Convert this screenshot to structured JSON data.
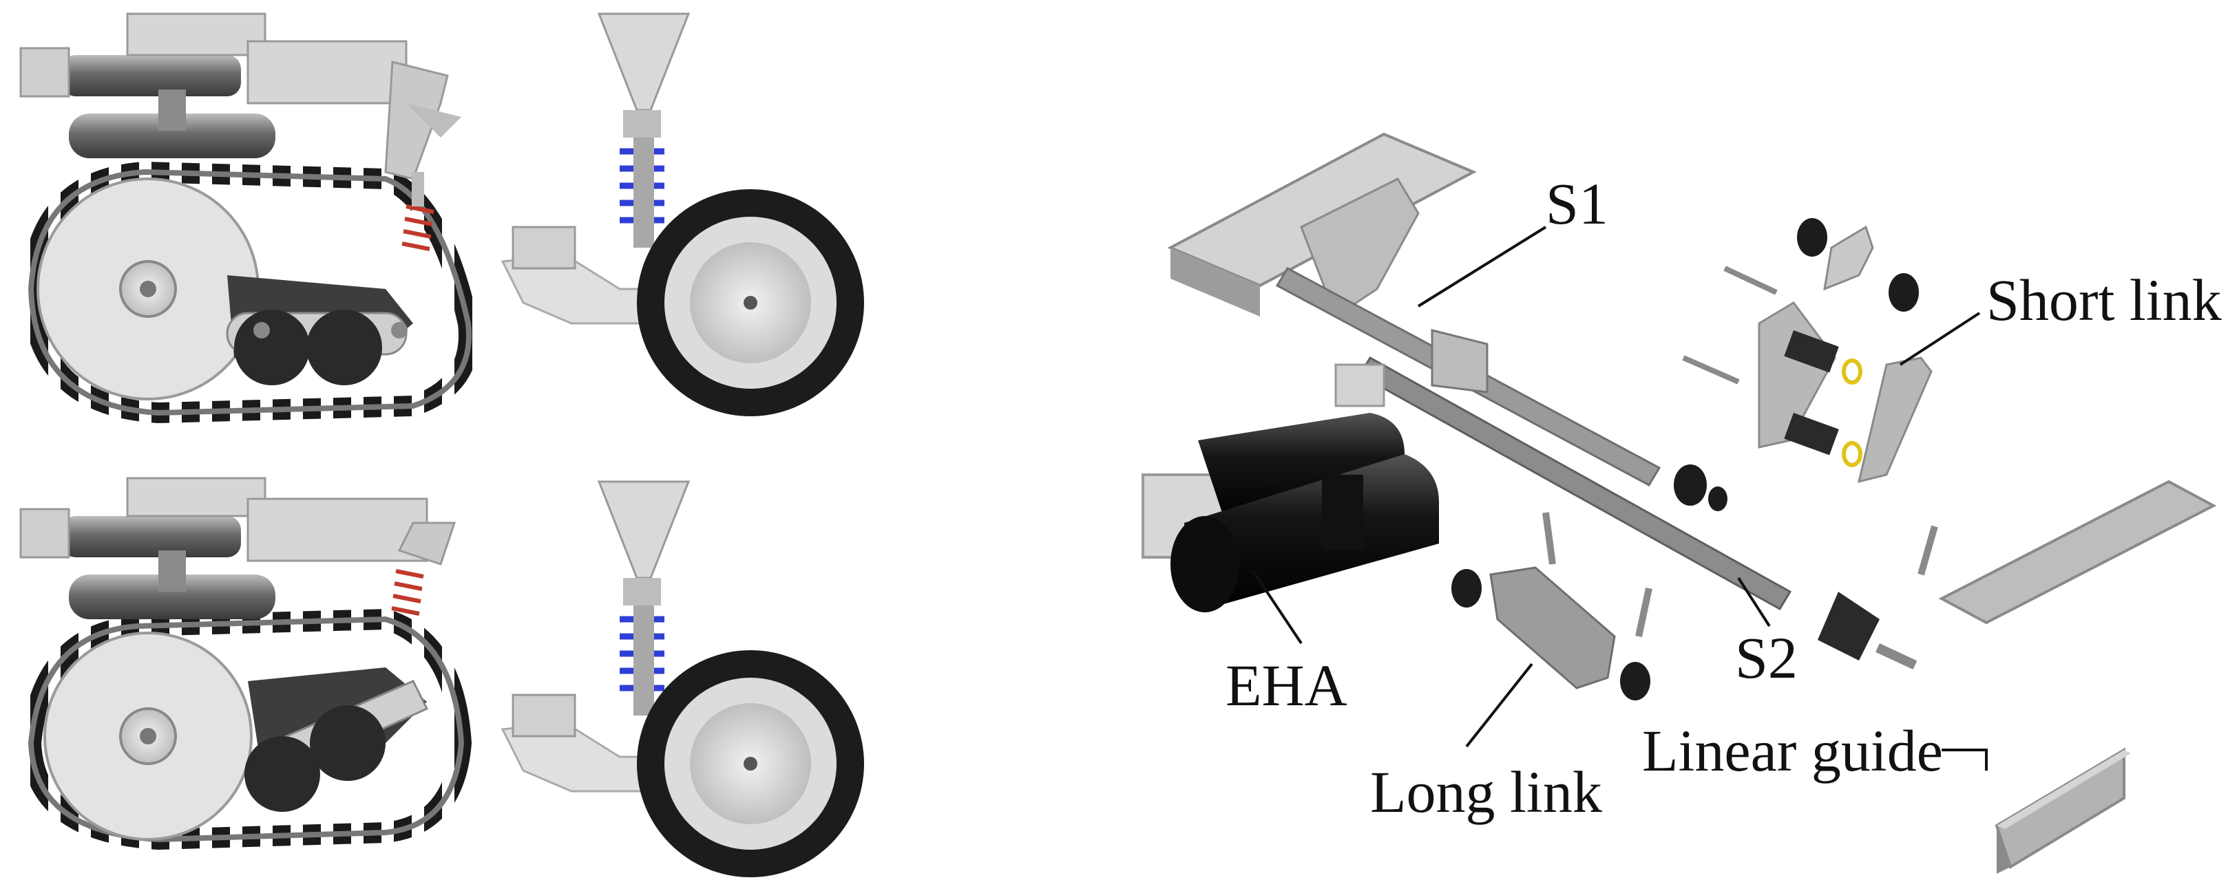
{
  "labels": {
    "s1": "S1",
    "s2": "S2",
    "short_link": "Short link",
    "long_link": "Long link",
    "eha": "EHA",
    "linear_guide": "Linear guide"
  },
  "colors": {
    "background": "#ffffff",
    "metal_light": "#d4d4d4",
    "metal_mid": "#a9a9a9",
    "metal_dark": "#6e6e6e",
    "track_black": "#1a1a1a",
    "rubber": "#1c1c1c",
    "spring_red": "#c0392b",
    "spring_blue": "#2f3fd6",
    "washer_yellow": "#e1c21a",
    "label_text": "#111111"
  }
}
